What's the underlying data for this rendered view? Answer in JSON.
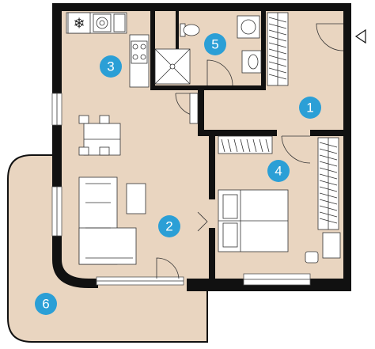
{
  "rooms": [
    {
      "id": "room-1",
      "label": "1"
    },
    {
      "id": "room-2",
      "label": "2"
    },
    {
      "id": "room-3",
      "label": "3"
    },
    {
      "id": "room-4",
      "label": "4"
    },
    {
      "id": "room-5",
      "label": "5"
    },
    {
      "id": "room-6",
      "label": "6"
    }
  ],
  "colors": {
    "floor": "#e9d5c0",
    "wall": "#111111",
    "badge": "#2b9fd6",
    "badge_text": "#ffffff"
  },
  "icons": {
    "entrance": "triangle-arrow-left-icon",
    "fridge": "snowflake-icon"
  }
}
